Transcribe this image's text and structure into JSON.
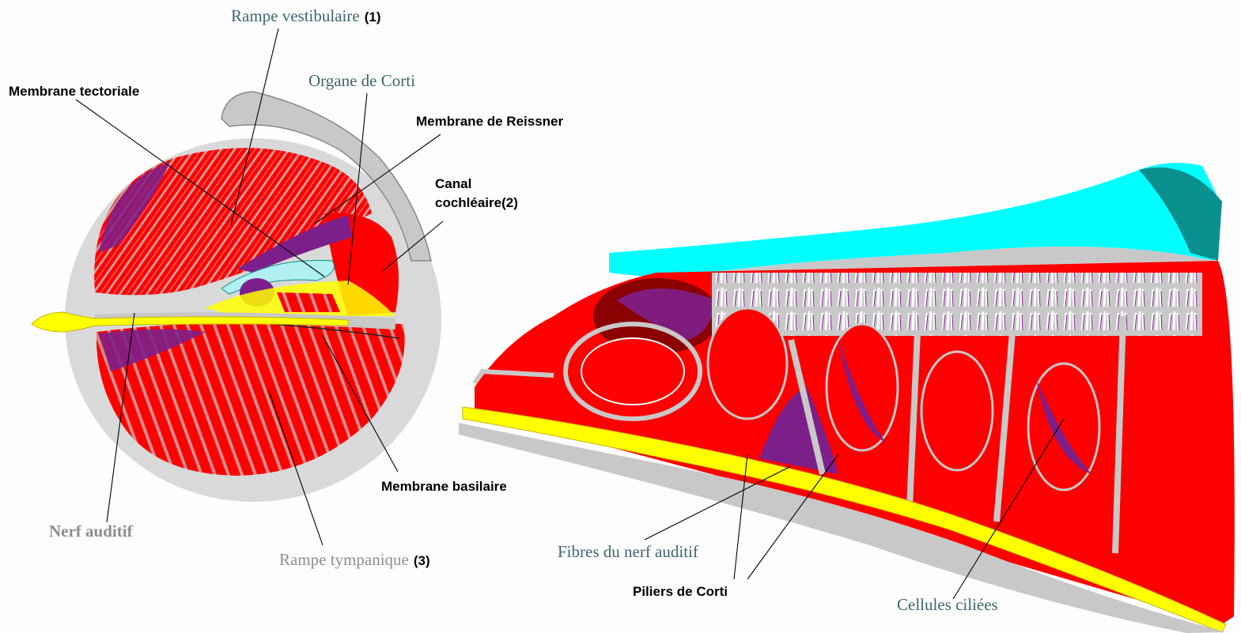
{
  "colors": {
    "red": "#ff0000",
    "purple": "#7d1f8a",
    "magenta": "#c000c0",
    "yellow": "#ffff00",
    "cyan": "#00ffff",
    "teal": "#0a8f8f",
    "grey": "#c8c8c8",
    "label_teal": "#3d6670"
  },
  "labels": {
    "rampe_vestibulaire": "Rampe vestibulaire",
    "rampe_vestibulaire_num": "(1)",
    "organe_corti": "Organe de Corti",
    "membrane_tectoriale": "Membrane tectoriale",
    "membrane_reissner": "Membrane de Reissner",
    "canal_cochleaire_1": "Canal",
    "canal_cochleaire_2": "cochléaire(2)",
    "membrane_basilaire": "Membrane basilaire",
    "nerf_auditif": "Nerf auditif",
    "rampe_tympanique": "Rampe tympanique",
    "rampe_tympanique_num": "(3)",
    "fibres_nerf": "Fibres du nerf auditif",
    "piliers_corti": "Piliers de Corti",
    "cellules_ciliees": "Cellules ciliées"
  }
}
